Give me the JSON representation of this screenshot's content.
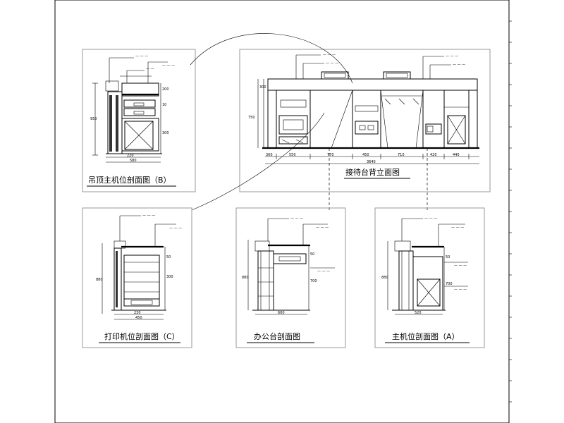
{
  "drawing": {
    "title_b": "吊顶主机位剖面图（B）",
    "title_main": "接待台背立面图",
    "title_c": "打印机位剖面图（C）",
    "title_d": "办公台剖面图",
    "title_a": "主机位剖面图（A）"
  },
  "dims": {
    "total_width": "3640",
    "seg1": "300",
    "seg2": "550",
    "seg3": "770",
    "seg4": "450",
    "seg5": "710",
    "seg6": "420",
    "seg7": "440",
    "height_total": "750",
    "height_a": "300",
    "w_b": "580",
    "h_b": "950",
    "w_c": "450",
    "h_c": "880",
    "w_d": "600",
    "w_a": "520"
  }
}
